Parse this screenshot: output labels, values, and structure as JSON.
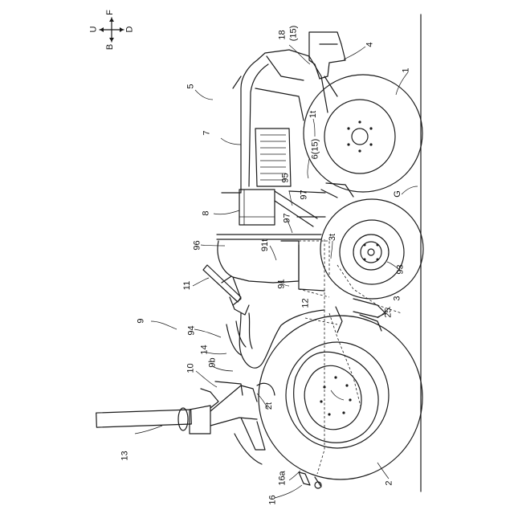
{
  "compass": {
    "up": "U",
    "down": "D",
    "forward": "F",
    "back": "B"
  },
  "labels": {
    "l1": "1",
    "l1t": "1t",
    "l2": "2",
    "l2t": "2t",
    "l3": "3",
    "l3t": "3t",
    "l4": "4",
    "l5": "5",
    "l6": "6(15)",
    "l7": "7",
    "l8": "8",
    "l9": "9",
    "l9b": "9b",
    "l10": "10",
    "l11": "11",
    "l12": "12",
    "l13": "13",
    "l14": "14",
    "l16": "16",
    "l16a": "16a",
    "l18": "18",
    "l18b": "(15)",
    "l25": "25",
    "l91": "91",
    "l91t": "91t",
    "l93": "93",
    "l94": "94",
    "l95": "95",
    "l96": "96",
    "l97a": "97",
    "l97b": "97",
    "lG": "G"
  }
}
